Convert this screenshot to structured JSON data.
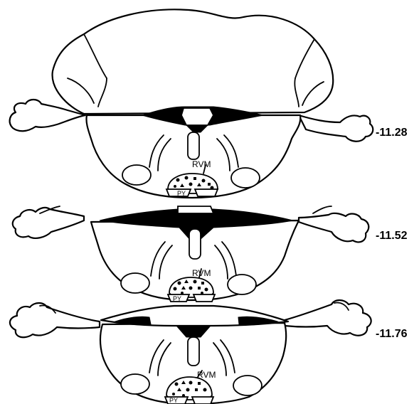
{
  "sections": [
    {
      "level_label": "-11.28",
      "region_label": "RVM",
      "tract_label": "PY",
      "marker_colors": {
        "outline": "#000000",
        "fill": "#000000",
        "background": "#ffffff"
      }
    },
    {
      "level_label": "-11.52",
      "region_label": "RVM",
      "tract_label": "PY"
    },
    {
      "level_label": "-11.76",
      "region_label": "RVM",
      "tract_label": "PY"
    }
  ]
}
